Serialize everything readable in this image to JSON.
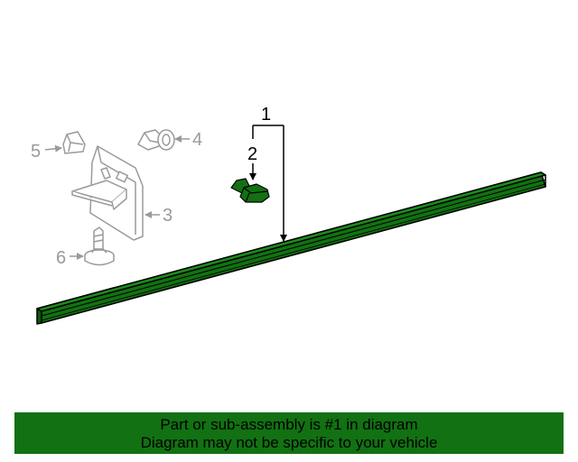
{
  "callouts": {
    "c1": "1",
    "c2": "2",
    "c3": "3",
    "c4": "4",
    "c5": "5",
    "c6": "6"
  },
  "footer": {
    "line1": "Part or sub-assembly is #1 in diagram",
    "line2": "Diagram may not be specific to your vehicle"
  },
  "colors": {
    "highlight": "#127112",
    "outline_gray": "#9a9a9a",
    "callout_black": "#000000"
  }
}
